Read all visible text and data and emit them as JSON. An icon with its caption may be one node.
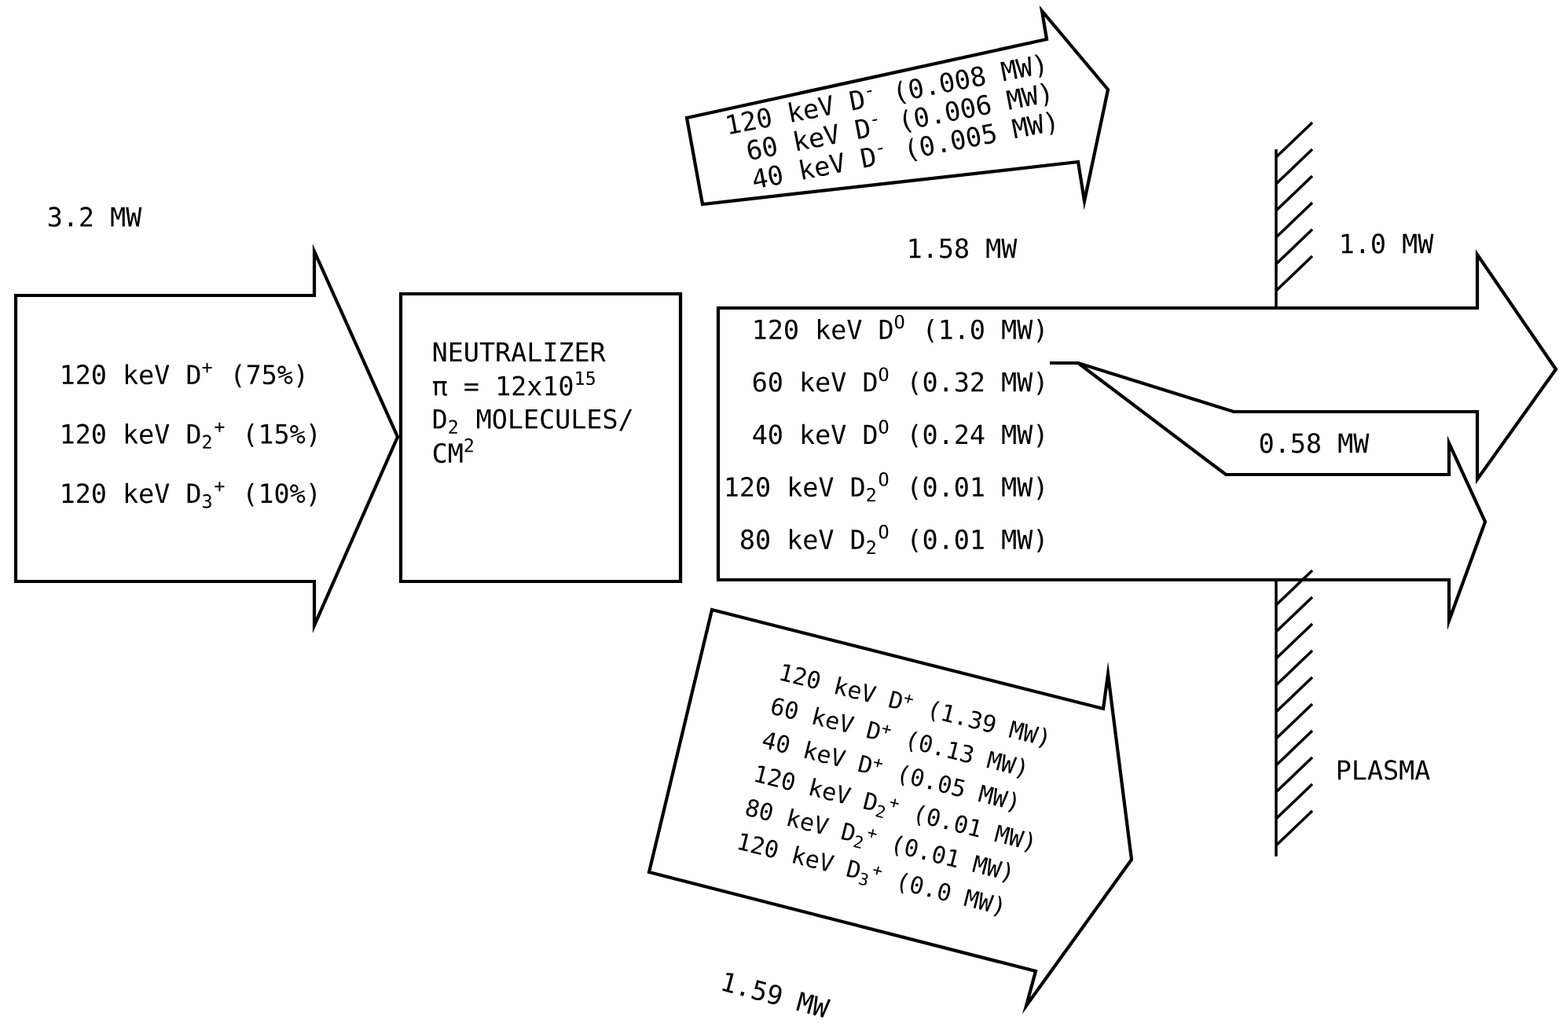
{
  "diagram": {
    "nodes": [
      {
        "text": [
          "120 keV D$^{+}$ (75%)",
          "120 keV D$_{2}$$^{+}$ (15%)",
          "120 keV D$_{3}$$^{+}$ (10%)"
        ],
        "beside": [
          "3.2 MW"
        ]
      },
      {
        "text": [
          "NEUTRALIZER",
          "π = 12x10$^{15}$",
          "D$_{2}$ MOLECULES/",
          "CM$^{2}$"
        ]
      },
      {
        "text": [
          "120 keV D$^{O}$ (1.0 MW)",
          "60 keV D$^{O}$ (0.32 MW)",
          "40 keV D$^{O}$ (0.24 MW)",
          "120 keV D$_{2}$$^{O}$ (0.01 MW)",
          "80 keV D$_{2}$$^{O}$ (0.01 MW)"
        ],
        "beside": [
          "1.58 MW",
          "1.0 MW",
          "0.58 MW"
        ]
      },
      {
        "text": [
          "120 keV D$^{-}$ (0.008 MW)",
          "60 keV D$^{-}$ (0.006 MW)",
          "40 keV D$^{-}$ (0.005 MW)"
        ]
      },
      {
        "text": [
          "120 keV D$^{+}$ (1.39 MW)",
          "60 keV D$^{+}$ (0.13 MW)",
          "40 keV D$^{+}$ (0.05 MW)",
          "120 keV D$_{2}$$^{+}$ (0.01 MW)",
          "80 keV D$_{2}$$^{+}$ (0.01 MW)",
          "120 keV D$_{3}$$^{+}$ (0.0 MW)"
        ],
        "beside": [
          "1.59 MW"
        ]
      }
    ],
    "labels": [
      "PLASMA"
    ]
  }
}
